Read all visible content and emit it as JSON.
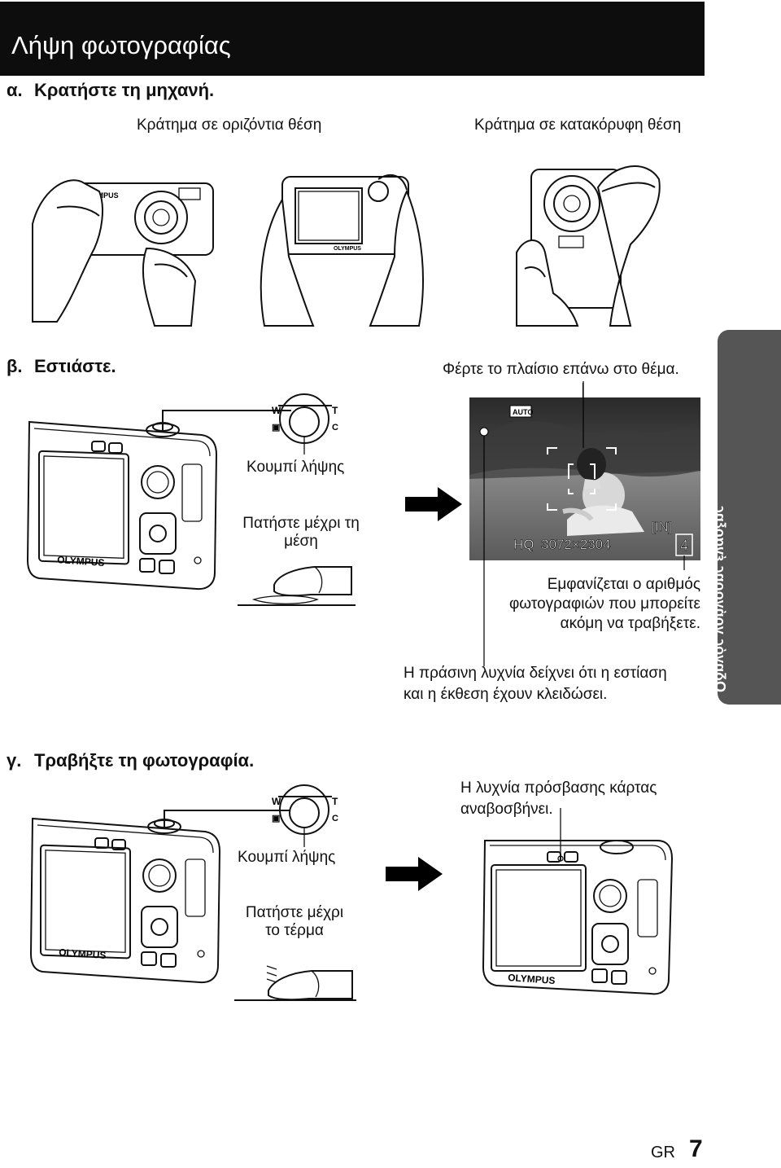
{
  "header": {
    "title": "Λήψη φωτογραφίας"
  },
  "steps": {
    "a": {
      "letter": "α.",
      "text": "Κρατήστε τη μηχανή."
    },
    "b": {
      "letter": "β.",
      "text": "Εστιάστε."
    },
    "c": {
      "letter": "γ.",
      "text": "Τραβήξτε τη φωτογραφία."
    }
  },
  "hold": {
    "horizontal": "Κράτημα σε οριζόντια θέση",
    "vertical": "Κράτημα σε κατακόρυφη θέση"
  },
  "focus": {
    "frame_caption": "Φέρτε το πλαίσιο επάνω στο θέμα.",
    "shutter_label": "Κουμπί λήψης",
    "press_half_line1": "Πατήστε μέχρι τη",
    "press_half_line2": "μέση",
    "screen_mode": "AUTO",
    "screen_memory": "[IN]",
    "screen_quality": "HQ",
    "screen_resolution": "3072×2304",
    "screen_count": "4",
    "count_caption_line1": "Εμφανίζεται ο αριθμός",
    "count_caption_line2": "φωτογραφιών που μπορείτε",
    "count_caption_line3": "ακόμη να τραβήξετε.",
    "green_caption_line1": "Η πράσινη λυχνία δείχνει ότι η εστίαση",
    "green_caption_line2": "και η έκθεση έχουν κλειδώσει."
  },
  "shoot": {
    "shutter_label": "Κουμπί λήψης",
    "press_full_line1": "Πατήστε μέχρι",
    "press_full_line2": "το τέρμα",
    "card_caption_line1": "Η λυχνία πρόσβασης κάρτας",
    "card_caption_line2": "αναβοσβήνει."
  },
  "brand": "OLYMPUS",
  "side_tab": "Οδηγός γρήγορης έναρξης",
  "footer": {
    "lang": "GR",
    "page": "7"
  }
}
